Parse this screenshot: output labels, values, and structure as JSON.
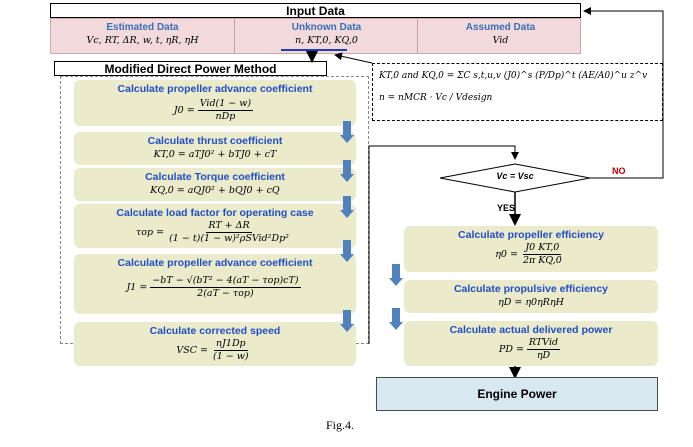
{
  "input": {
    "title": "Input Data",
    "estimated": {
      "label": "Estimated Data",
      "values": "Vc, RT, ΔR, w, t, ηR, ηH"
    },
    "unknown": {
      "label": "Unknown Data",
      "values": "n, KT,0, KQ,0"
    },
    "assumed": {
      "label": "Assumed Data",
      "values": "Vid"
    }
  },
  "method_title": "Modified Direct Power Method",
  "note": {
    "line1": "KT,0 and KQ,0 = ΣC s,t,u,v (J0)^s (P/Dp)^t (AE/A0)^u z^v",
    "line2": "n = nMCR · Vc / Vdesign"
  },
  "steps": [
    {
      "title": "Calculate propeller advance coefficient",
      "lhs": "J0 =",
      "num": "Vid(1 − w)",
      "den": "nDp"
    },
    {
      "title": "Calculate thrust coefficient",
      "formula": "KT,0 = aTJ0² + bTJ0 + cT"
    },
    {
      "title": "Calculate Torque coefficient",
      "formula": "KQ,0 = aQJ0² + bQJ0 + cQ"
    },
    {
      "title": "Calculate load factor for operating case",
      "lhs": "τop =",
      "num": "RT + ΔR",
      "den": "(1 − t)(1 − w)²ρSVid²Dp²"
    },
    {
      "title": "Calculate propeller advance coefficient",
      "lhs": "J1 =",
      "num": "−bT − √(bT² − 4(aT − τop)cT)",
      "den": "2(aT − τop)"
    },
    {
      "title": "Calculate corrected speed",
      "lhs": "VSC =",
      "num": "nJ1Dp",
      "den": "(1 − w)"
    }
  ],
  "decision": {
    "condition": "Vc = Vsc",
    "no": "NO",
    "yes": "YES"
  },
  "right_steps": [
    {
      "title": "Calculate propeller efficiency",
      "lhs": "η0 =",
      "num": "J0 KT,0",
      "den": "2π KQ,0"
    },
    {
      "title": "Calculate propulsive efficiency",
      "formula": "ηD = η0ηRηH"
    },
    {
      "title": "Calculate actual delivered power",
      "lhs": "PD =",
      "num": "RTVid",
      "den": "ηD"
    }
  ],
  "output": "Engine Power",
  "caption": "Fig.4.",
  "colors": {
    "step_fill": "#ebeacb",
    "title_blue": "#1f4fc6",
    "arrow_blue": "#4f81bd",
    "input_fill": "#f2d9dc",
    "no_red": "#c00000",
    "engine_fill": "#d7e8f0"
  }
}
